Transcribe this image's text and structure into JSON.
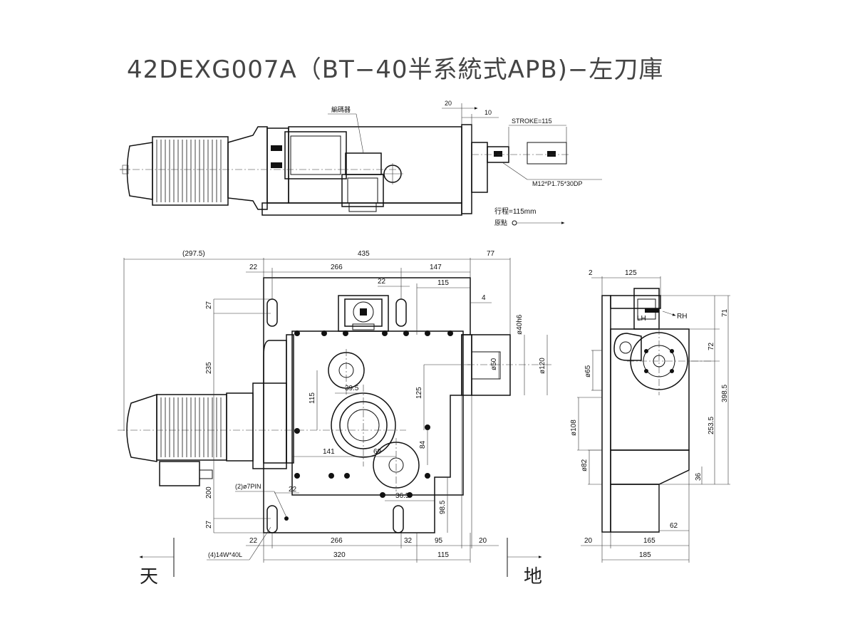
{
  "title": "42DEXG007A（BT−40半系統式APB)−左刀庫",
  "top_view": {
    "label_box": "編碼器",
    "dim_20": "20",
    "dim_10": "10",
    "stroke": "STROKE=115",
    "thread": "M12*P1.75*30DP",
    "travel": "行程=115mm",
    "origin": "原點"
  },
  "front_view": {
    "dims": {
      "d297": "(297.5)",
      "d435": "435",
      "d77": "77",
      "d22a": "22",
      "d266a": "266",
      "d147": "147",
      "d22b": "22",
      "d115a": "115",
      "d4": "4",
      "d27a": "27",
      "d235": "235",
      "d40h6": "ø40h6",
      "d50": "ø50",
      "d120": "ø120",
      "d39_5": "39.5",
      "d115b": "115",
      "d125": "125",
      "d141": "141",
      "d69": "69",
      "d84": "84",
      "pin": "(2)ø7PIN",
      "d22c": "22",
      "d36_5": "36.5",
      "d98_5": "98.5",
      "d200": "200",
      "d27b": "27",
      "d22d": "22",
      "d266b": "266",
      "d32": "32",
      "d95": "95",
      "d20": "20",
      "slot": "(4)14W*40L",
      "d320": "320",
      "d115c": "115"
    },
    "sky": "天",
    "ground": "地"
  },
  "side_view": {
    "dims": {
      "d2": "2",
      "d125": "125",
      "d71": "71",
      "lh": "LH",
      "rh": "RH",
      "d72": "72",
      "d65": "ø65",
      "d398_5": "398.5",
      "d108": "ø108",
      "d253_5": "253.5",
      "d82": "ø82",
      "d36": "36",
      "d62": "62",
      "d20": "20",
      "d165": "165",
      "d185": "185"
    }
  }
}
